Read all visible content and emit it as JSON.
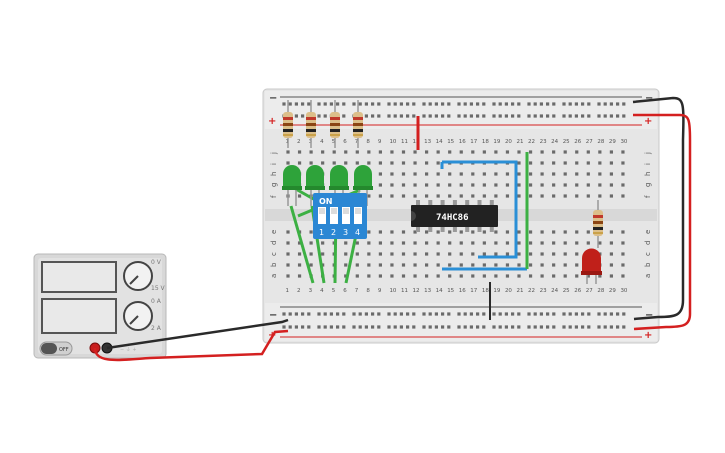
{
  "power_supply": {
    "knob_voltage_marks": [
      "0 V",
      "15 V"
    ],
    "knob_current_marks": [
      "0 A",
      "2 A"
    ],
    "switch_label": "OFF"
  },
  "breadboard": {
    "rail_plus": "+",
    "rail_minus": "−",
    "row_letters_top": [
      "j",
      "i",
      "h",
      "g",
      "f"
    ],
    "row_letters_bottom": [
      "e",
      "d",
      "c",
      "b",
      "a"
    ],
    "column_numbers": [
      "1",
      "2",
      "3",
      "4",
      "5",
      "6",
      "7",
      "8",
      "9",
      "10",
      "11",
      "12",
      "13",
      "14",
      "15",
      "16",
      "17",
      "18",
      "19",
      "20",
      "21",
      "22",
      "23",
      "24",
      "25",
      "26",
      "27",
      "28",
      "29",
      "30"
    ]
  },
  "dip_switch": {
    "on_label": "ON",
    "switch_numbers": [
      "1",
      "2",
      "3",
      "4"
    ]
  },
  "ic": {
    "part_label": "74HC86"
  },
  "colors": {
    "wire_red": "#d42020",
    "wire_black": "#2a2a2a",
    "wire_green": "#3cb043",
    "wire_blue": "#2a8fd6",
    "led_green": "#2ea33a",
    "led_red": "#c0201a",
    "dip_blue": "#2b87d4",
    "chip_body": "#222222",
    "board": "#e6e6e6"
  }
}
